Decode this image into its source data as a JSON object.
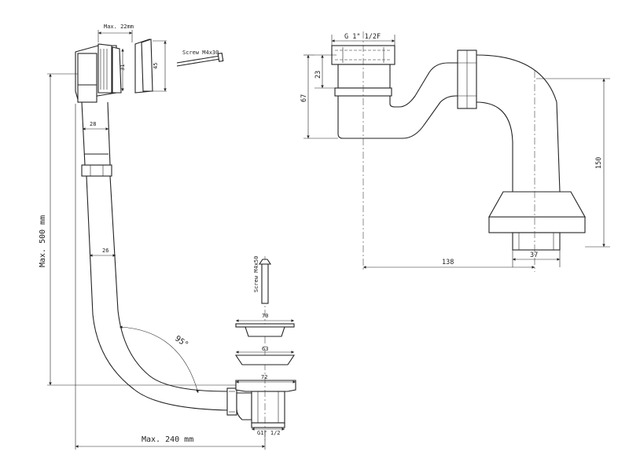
{
  "left_view": {
    "max_22mm": "Max. 22mm",
    "screw_top": "Screw M4x30",
    "dim_31": "31",
    "dim_45": "45",
    "dim_28": "28",
    "dim_26": "26",
    "angle": "95°",
    "height": "Max. 500 mm",
    "width": "Max. 240 mm",
    "screw_bottom": "Screw M4x50",
    "dim_70_top": "70",
    "dim_63": "63",
    "dim_72": "72",
    "thread_bottom": "G1\" 1/2"
  },
  "right_view": {
    "thread_top": "G 1\" 1/2F",
    "dim_23": "23",
    "dim_67": "67",
    "dim_150": "150",
    "dim_138": "138",
    "dim_37": "37"
  }
}
